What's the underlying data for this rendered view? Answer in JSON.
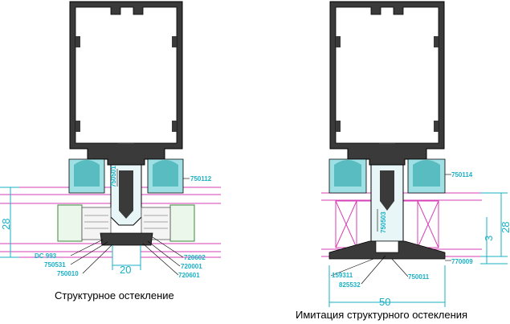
{
  "captions": {
    "left": "Структурное остекление",
    "right": "Имитация структурного остекления"
  },
  "left_profile": {
    "labels": {
      "p750112": "750112",
      "p750501": "750501",
      "dc993": "DC 993",
      "p750531": "750531",
      "p750010": "750010",
      "p720602": "720602",
      "p720001": "720001",
      "p720601": "720601"
    },
    "dims": {
      "height": "28",
      "width": "20"
    }
  },
  "right_profile": {
    "labels": {
      "p750114": "750114",
      "p750503": "750503",
      "p770009": "770009",
      "p159311": "159311",
      "p825532": "825532",
      "p750011": "750011"
    },
    "dims": {
      "height": "28",
      "offset": "3",
      "width": "50"
    }
  },
  "colors": {
    "profile": "#3a3a3a",
    "seal": "#2aa3a8",
    "glass": "#d63fb5",
    "dimension": "#1ab0c4"
  }
}
